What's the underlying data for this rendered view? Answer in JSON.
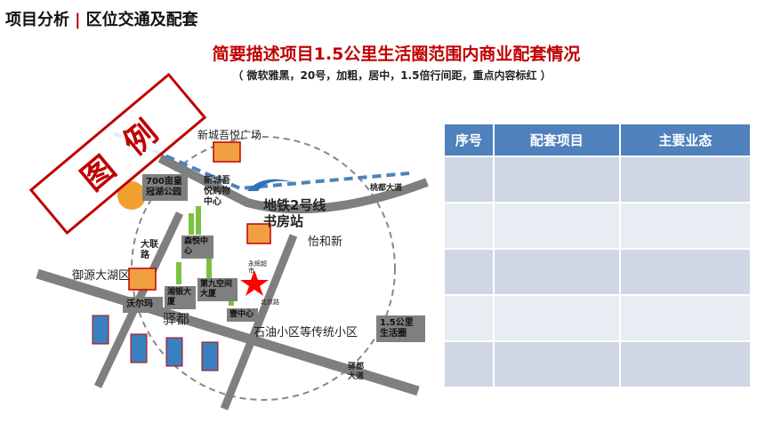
{
  "header": {
    "section": "项目分析",
    "separator": "|",
    "topic": "区位交通及配套"
  },
  "title": "简要描述项目1.5公里生活圈范围内商业配套情况",
  "subtitle": "（ 微软雅黑，20号，加粗，居中，1.5倍行间距，重点内容标红 ）",
  "map": {
    "legend_stamp": [
      "图",
      "例"
    ],
    "labels": {
      "wuyue_plaza": "新城吾悦广场",
      "park": "700亩皇冠湖公园",
      "wuyue_mall": "新城吾悦购物中心",
      "metro": "地铁2号线书房站",
      "taodu": "桃都大道",
      "yihexin": "怡和新",
      "dalian": "大联路",
      "yuyuan": "御源大湖区",
      "walmart": "沃尔玛",
      "senyue": "森悦中心",
      "space9": "第九空间大厦",
      "xiangyin": "湘银大厦",
      "yonghui": "永辉超市",
      "beijing": "北京路",
      "yizhongxin": "壹中心",
      "oldarea": "石油小区等传统小区",
      "circle": "1.5公里生活圈",
      "yidu": "驿都大道",
      "yidu_road": "驿都"
    },
    "colors": {
      "road": "#7f7f7f",
      "metro_line": "#4f81bd",
      "star": "#ff0000"
    }
  },
  "table": {
    "headers": [
      "序号",
      "配套项目",
      "主要业态"
    ],
    "rows": [
      [
        "",
        "",
        ""
      ],
      [
        "",
        "",
        ""
      ],
      [
        "",
        "",
        ""
      ],
      [
        "",
        "",
        ""
      ],
      [
        "",
        "",
        ""
      ]
    ],
    "colors": {
      "header": "#4f81bd",
      "row_odd": "#cfd7e5",
      "row_even": "#e8ecf3"
    }
  }
}
